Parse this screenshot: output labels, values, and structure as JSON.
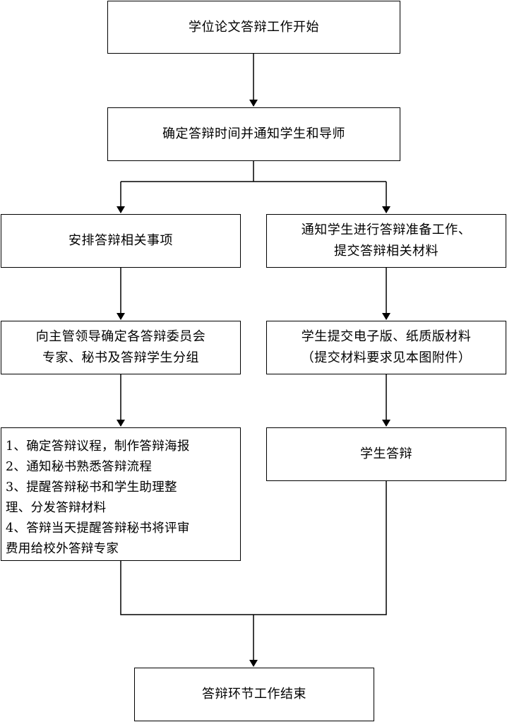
{
  "flowchart": {
    "start": "学位论文答辩工作开始",
    "notify": "确定答辩时间并通知学生和导师",
    "left_branch": {
      "arrange": "安排答辩相关事项",
      "confirm": [
        "向主管领导确定各答辩委员会",
        "专家、秘书及答辩学生分组"
      ],
      "tasks": [
        "1、确定答辩议程，制作答辩海报",
        "2、通知秘书熟悉答辩流程",
        "3、提醒答辩秘书和学生助理整",
        "理、分发答辩材料",
        "4、答辩当天提醒答辩秘书将评审",
        "费用给校外答辩专家"
      ]
    },
    "right_branch": {
      "notify_prepare": [
        "通知学生进行答辩准备工作、",
        "提交答辩相关材料"
      ],
      "submit": [
        "学生提交电子版、纸质版材料",
        "（提交材料要求见本图附件）"
      ],
      "defense": "学生答辩"
    },
    "end": "答辩环节工作结束"
  }
}
